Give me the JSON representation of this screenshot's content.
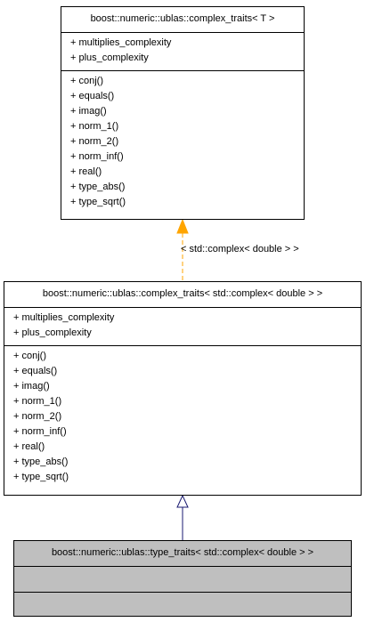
{
  "diagram": {
    "classes": {
      "base": {
        "title": "boost::numeric::ublas::complex_traits< T >",
        "attributes": [
          "+ multiplies_complexity",
          "+ plus_complexity"
        ],
        "methods": [
          "+ conj()",
          "+ equals()",
          "+ imag()",
          "+ norm_1()",
          "+ norm_2()",
          "+ norm_inf()",
          "+ real()",
          "+ type_abs()",
          "+ type_sqrt()"
        ]
      },
      "specialization": {
        "title": "boost::numeric::ublas::complex_traits< std::complex< double > >",
        "attributes": [
          "+ multiplies_complexity",
          "+ plus_complexity"
        ],
        "methods": [
          "+ conj()",
          "+ equals()",
          "+ imag()",
          "+ norm_1()",
          "+ norm_2()",
          "+ norm_inf()",
          "+ real()",
          "+ type_abs()",
          "+ type_sqrt()"
        ]
      },
      "derived": {
        "title": "boost::numeric::ublas::type_traits< std::complex< double > >"
      }
    },
    "edges": {
      "template_instance": {
        "label": "< std::complex< double > >",
        "color": "#ffa500"
      },
      "inheritance": {
        "color": "#191970"
      }
    }
  }
}
